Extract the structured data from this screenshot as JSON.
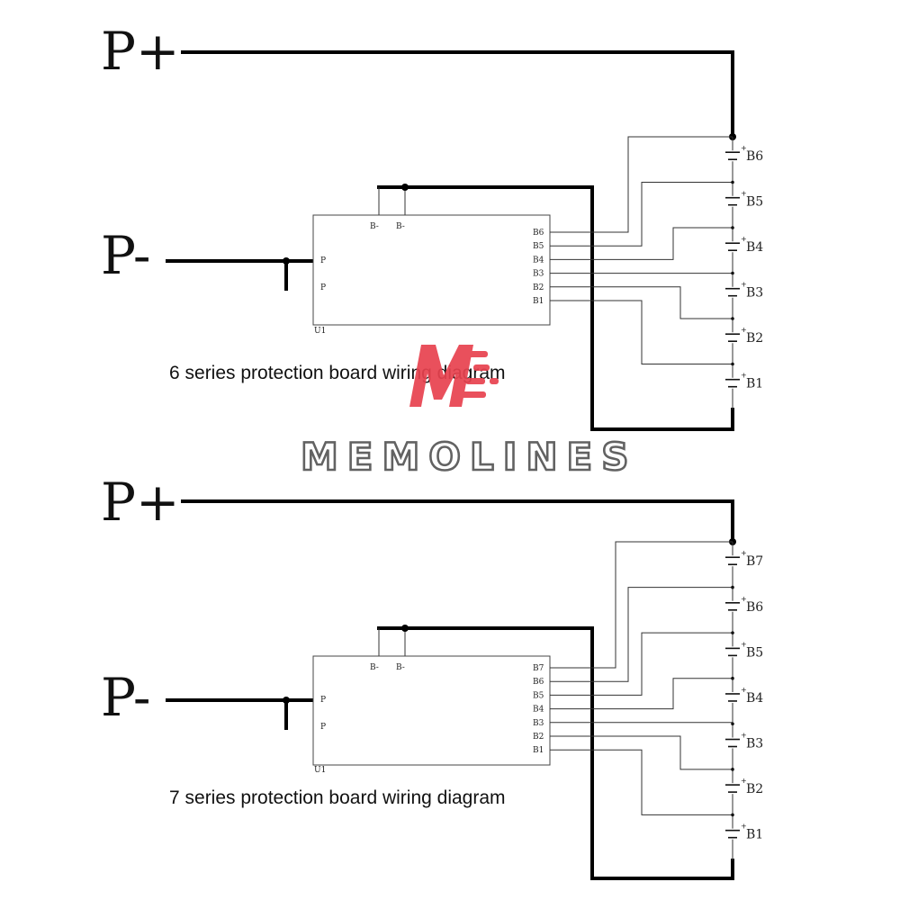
{
  "diagrams": [
    {
      "terminal_pos": "P+",
      "terminal_neg": "P-",
      "board_pins_right": [
        "B6",
        "B5",
        "B4",
        "B3",
        "B2",
        "B1"
      ],
      "board_pins_left": [
        "P",
        "P"
      ],
      "board_ref": "U1",
      "cells": [
        "B6",
        "B5",
        "B4",
        "B3",
        "B2",
        "B1"
      ],
      "caption": "6 series protection board wiring diagram"
    },
    {
      "terminal_pos": "P+",
      "terminal_neg": "P-",
      "board_pins_right": [
        "B7",
        "B6",
        "B5",
        "B4",
        "B3",
        "B2",
        "B1"
      ],
      "board_pins_left": [
        "P",
        "P"
      ],
      "board_ref": "U1",
      "cells": [
        "B7",
        "B6",
        "B5",
        "B4",
        "B3",
        "B2",
        "B1"
      ],
      "caption": "7 series protection board wiring diagram"
    }
  ],
  "watermark": {
    "brand": "MEMOLINES",
    "color": "#e8424f",
    "text_color": "#555555"
  }
}
